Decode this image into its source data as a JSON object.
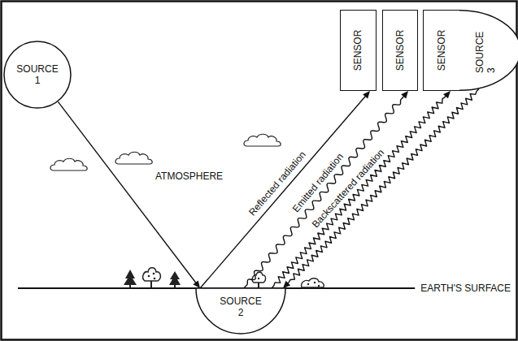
{
  "diagram": {
    "nodes": [
      {
        "text": [
          "SOURCE 1"
        ]
      },
      {
        "text": [
          "SENSOR"
        ]
      },
      {
        "text": [
          "SENSOR"
        ]
      },
      {
        "text": [
          "SENSOR"
        ]
      },
      {
        "text": [
          "SOURCE 3"
        ]
      },
      {
        "text": [
          "SOURCE 2"
        ]
      }
    ],
    "edges": [
      {
        "from": 0,
        "to": 5,
        "arrow": "to"
      },
      {
        "from": 5,
        "to": 1,
        "label": "Reflected radiation",
        "arrow": "to"
      },
      {
        "from": 5,
        "to": 2,
        "label": "Emitted radiation",
        "arrow": "to"
      },
      {
        "from": 5,
        "to": 3,
        "label": "Backscattered radiation",
        "arrow": "to"
      },
      {
        "from": 4,
        "to": 5,
        "arrow": "to"
      }
    ],
    "labels": [
      "ATMOSPHERE",
      "EARTH'S SURFACE"
    ]
  }
}
